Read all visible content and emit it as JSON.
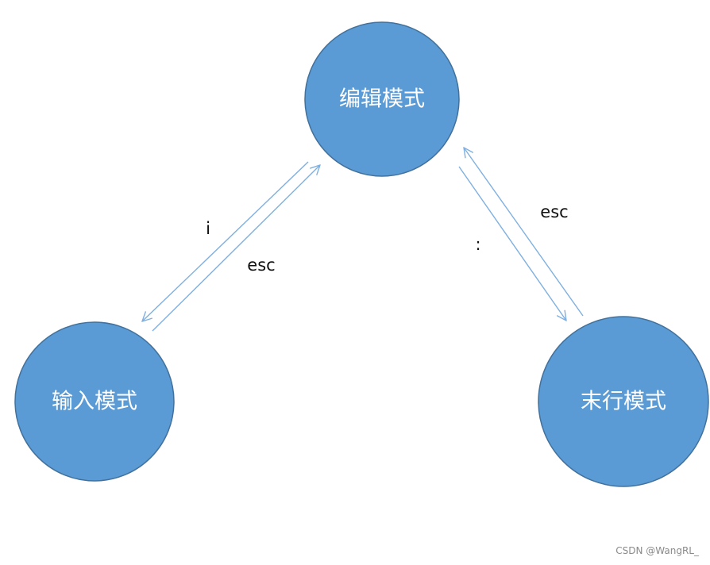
{
  "colors": {
    "node_fill": "#5b9bd5",
    "node_stroke": "#41719c",
    "arrow": "#7fb0e0",
    "label_text": "#111111",
    "node_text": "#ffffff"
  },
  "nodes": {
    "edit": {
      "label": "编辑模式"
    },
    "input": {
      "label": "输入模式"
    },
    "lastline": {
      "label": "末行模式"
    }
  },
  "edges": {
    "edit_to_input": {
      "label": "i"
    },
    "input_to_edit": {
      "label": "esc"
    },
    "edit_to_lastline": {
      "label": ":"
    },
    "lastline_to_edit": {
      "label": "esc"
    }
  },
  "watermark": "CSDN @WangRL_"
}
